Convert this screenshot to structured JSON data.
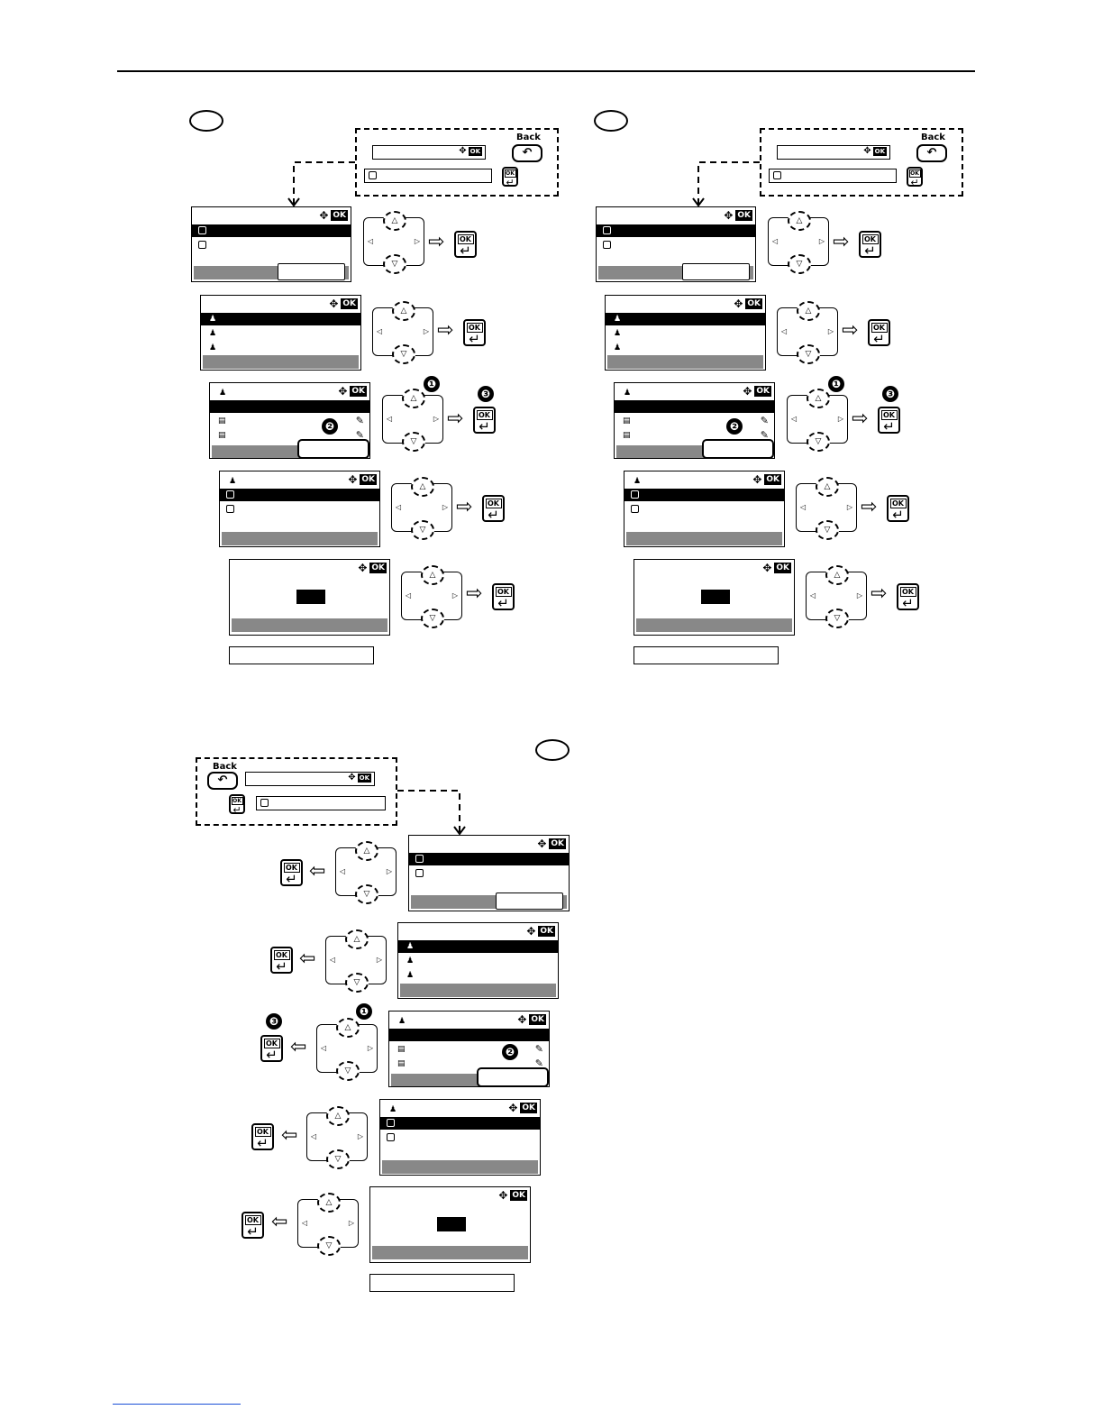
{
  "header": {
    "rule": true
  },
  "labels": {
    "back": "Back",
    "ok": "OK",
    "enter_symbol": "↵",
    "up_symbol": "△",
    "down_symbol": "▽",
    "left_symbol": "◁",
    "right_symbol": "▷",
    "arrow_right": "⇨",
    "arrow_left": "⇦",
    "step1": "❶",
    "step2": "❷",
    "step3": "❸"
  },
  "icons": [
    "nav-cross-icon",
    "ok-key-icon",
    "enter-icon",
    "back-key-icon",
    "person-icon",
    "document-icon",
    "pen-icon",
    "checkbox-icon"
  ],
  "colors": {
    "ink": "#000000",
    "bar_gray": "#888888",
    "footer_link": "#1a4fd6"
  }
}
